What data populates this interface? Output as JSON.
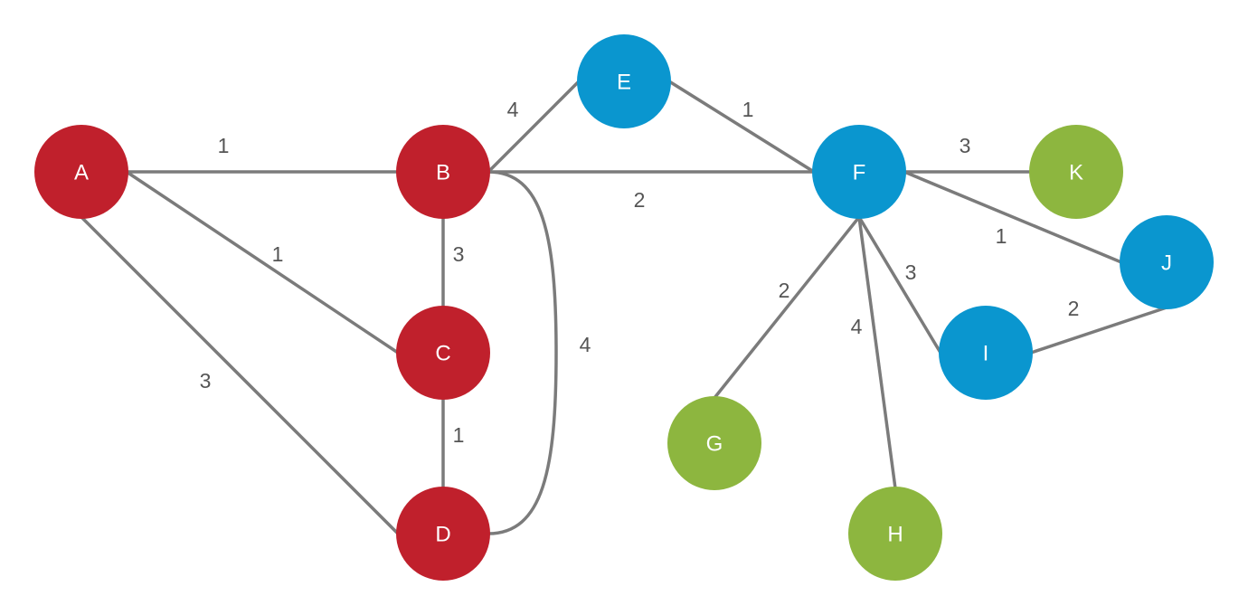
{
  "colors": {
    "red": "#c0202c",
    "blue": "#0a96cf",
    "green": "#8db63f",
    "edge": "#7b7b7b",
    "weight_text": "#555555",
    "node_text": "#ffffff"
  },
  "nodes": [
    {
      "id": "A",
      "label": "A",
      "color": "red"
    },
    {
      "id": "B",
      "label": "B",
      "color": "red"
    },
    {
      "id": "C",
      "label": "C",
      "color": "red"
    },
    {
      "id": "D",
      "label": "D",
      "color": "red"
    },
    {
      "id": "E",
      "label": "E",
      "color": "blue"
    },
    {
      "id": "F",
      "label": "F",
      "color": "blue"
    },
    {
      "id": "G",
      "label": "G",
      "color": "green"
    },
    {
      "id": "H",
      "label": "H",
      "color": "green"
    },
    {
      "id": "I",
      "label": "I",
      "color": "blue"
    },
    {
      "id": "J",
      "label": "J",
      "color": "blue"
    },
    {
      "id": "K",
      "label": "K",
      "color": "green"
    }
  ],
  "edges": [
    {
      "from": "A",
      "to": "B",
      "weight": "1"
    },
    {
      "from": "A",
      "to": "C",
      "weight": "1"
    },
    {
      "from": "A",
      "to": "D",
      "weight": "3"
    },
    {
      "from": "B",
      "to": "C",
      "weight": "3"
    },
    {
      "from": "C",
      "to": "D",
      "weight": "1"
    },
    {
      "from": "B",
      "to": "D",
      "weight": "4"
    },
    {
      "from": "B",
      "to": "E",
      "weight": "4"
    },
    {
      "from": "B",
      "to": "F",
      "weight": "2"
    },
    {
      "from": "E",
      "to": "F",
      "weight": "1"
    },
    {
      "from": "F",
      "to": "K",
      "weight": "3"
    },
    {
      "from": "F",
      "to": "J",
      "weight": "1"
    },
    {
      "from": "F",
      "to": "G",
      "weight": "2"
    },
    {
      "from": "F",
      "to": "H",
      "weight": "4"
    },
    {
      "from": "F",
      "to": "I",
      "weight": "3"
    },
    {
      "from": "I",
      "to": "J",
      "weight": "2"
    }
  ]
}
